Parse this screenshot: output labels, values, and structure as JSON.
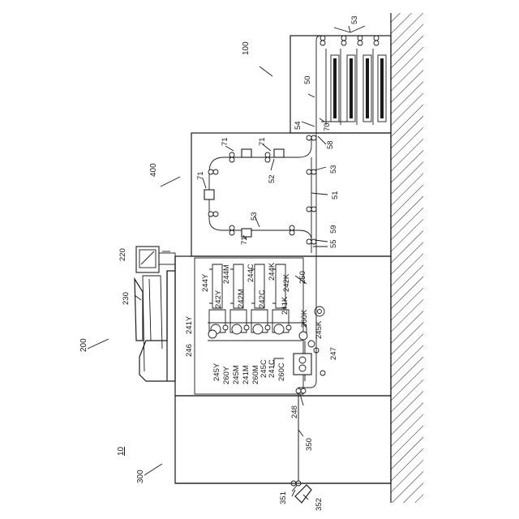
{
  "figure": {
    "system_label": "10",
    "units": {
      "postprocess": "100",
      "image_forming": "200",
      "feeder": "300",
      "transport": "400"
    },
    "labels": {
      "tray_top": "53",
      "l50": "50",
      "l70": "70",
      "l54": "54",
      "l58": "58",
      "l53b": "53",
      "l51": "51",
      "l53c": "53",
      "l59": "59",
      "l55": "55",
      "l71a": "71",
      "l71b": "71",
      "l71c": "71",
      "l71d": "71",
      "l52": "52",
      "l220": "220",
      "l230": "230",
      "l241Y": "241Y",
      "l246": "246",
      "l244Y": "244Y",
      "l242Y": "242Y",
      "l244M": "244M",
      "l242M": "242M",
      "l244C": "244C",
      "l242C": "242C",
      "l244K": "244K",
      "l242K": "242K",
      "l250": "250",
      "l241K": "241K",
      "l260K": "260K",
      "l245K": "245K",
      "l247": "247",
      "l245Y": "245Y",
      "l260Y": "260Y",
      "l245M": "245M",
      "l241M": "241M",
      "l260M": "260M",
      "l245C": "245C",
      "l241C": "241C",
      "l260C": "260C",
      "l248": "248",
      "l350": "350",
      "l351": "351",
      "l352": "352"
    }
  }
}
